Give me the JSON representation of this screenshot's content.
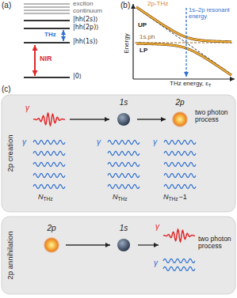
{
  "diagram": {
    "nodes": [
      {
        "text": [
          "2p creation"
        ]
      },
      {
        "text": [
          "1s"
        ],
        "in": 0
      },
      {
        "text": [
          "2p"
        ],
        "in": 0
      },
      {
        "text": [
          "2p annihilation"
        ]
      },
      {
        "text": [
          "2p"
        ],
        "in": 3
      },
      {
        "text": [
          "1s"
        ],
        "in": 3
      }
    ],
    "edges": [
      {
        "from": 1,
        "to": 2,
        "arrow": "to"
      },
      {
        "from": 4,
        "to": 5,
        "arrow": "to"
      }
    ],
    "labels": [
      "(a)",
      "exciton continuum",
      "|hh(2s)⟩",
      "|hh(2p)⟩",
      "THz",
      "|hh(1s)⟩",
      "NIR",
      "|0⟩",
      "(b)",
      "2p-THz",
      "UP",
      "1s,ph",
      "LP",
      "1s–2p resonant energy",
      "Energy",
      "THz energy, ε",
      "T",
      "(c)",
      "γ",
      "γ",
      "N",
      "THz",
      "γ",
      "N",
      "THz",
      "γ",
      "N",
      "THz",
      "−1",
      "two photon process",
      "γ",
      "γ",
      "two photon process"
    ]
  }
}
